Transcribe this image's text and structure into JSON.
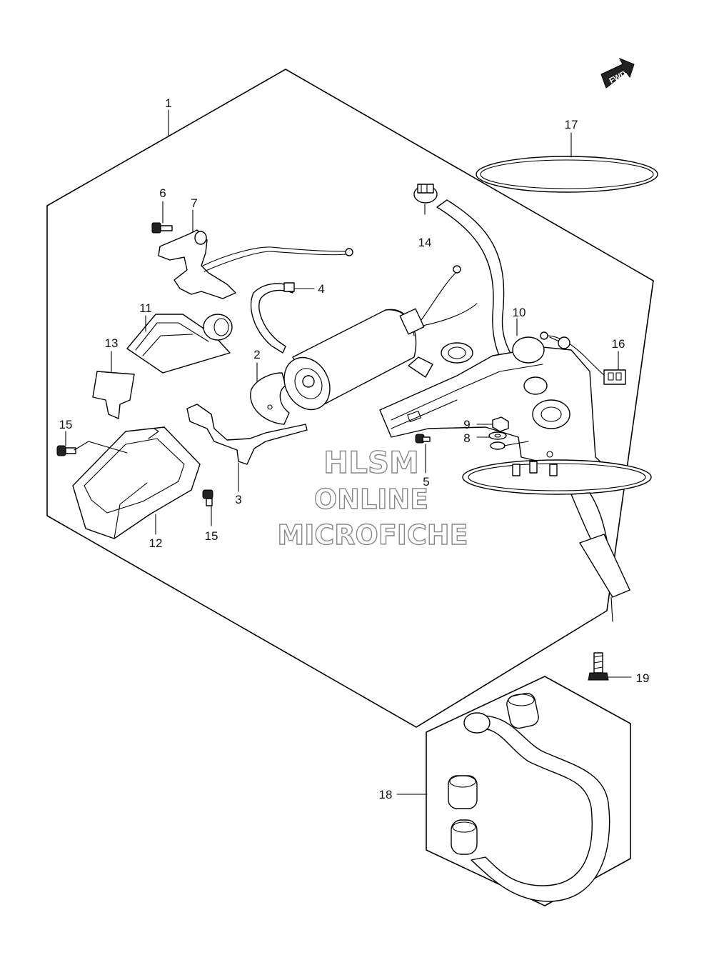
{
  "diagram": {
    "fwd_label": "FWD",
    "callouts": {
      "c1": "1",
      "c2": "2",
      "c3": "3",
      "c4": "4",
      "c5": "5",
      "c6": "6",
      "c7": "7",
      "c8": "8",
      "c9": "9",
      "c10": "10",
      "c11": "11",
      "c12": "12",
      "c13": "13",
      "c14": "14",
      "c15a": "15",
      "c15b": "15",
      "c16": "16",
      "c17": "17",
      "c18": "18",
      "c19": "19"
    }
  },
  "watermark": {
    "line1": "HLSM",
    "line2": "ONLINE",
    "line3": "MICROFICHE"
  }
}
